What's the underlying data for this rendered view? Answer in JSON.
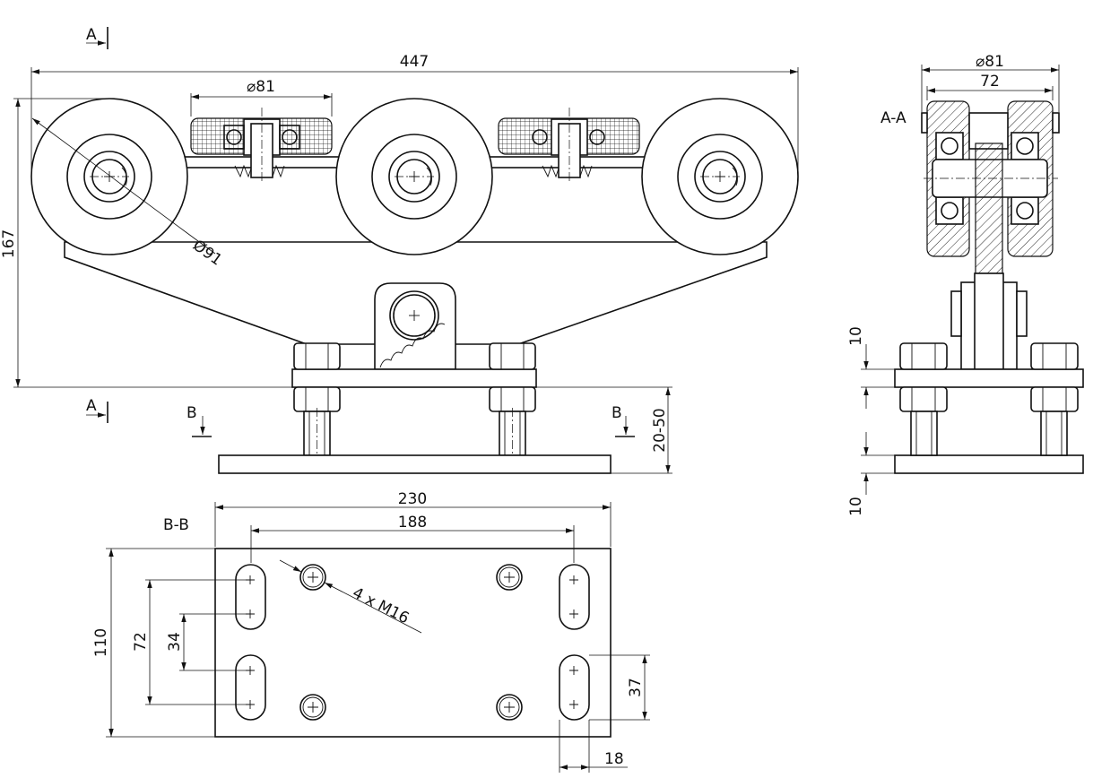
{
  "drawing": {
    "section_aa_label": "A-A",
    "section_bb_label": "B-B",
    "section_mark_a": "A",
    "section_mark_b": "B"
  },
  "dimensions": {
    "overall_length": "447",
    "guide_wheel_diameter": "⌀81",
    "wheel_diameter": "Ø91",
    "height_total": "167",
    "adjust_range": "20-50",
    "side_diameter": "⌀81",
    "side_width": "72",
    "plate_thickness_top": "10",
    "plate_thickness_bottom": "10",
    "plate_length": "230",
    "slot_spacing": "188",
    "plate_width": "110",
    "slot_outer": "72",
    "slot_inner": "34",
    "slot_length": "37",
    "slot_width": "18",
    "thread_callout": "4 x M16"
  }
}
